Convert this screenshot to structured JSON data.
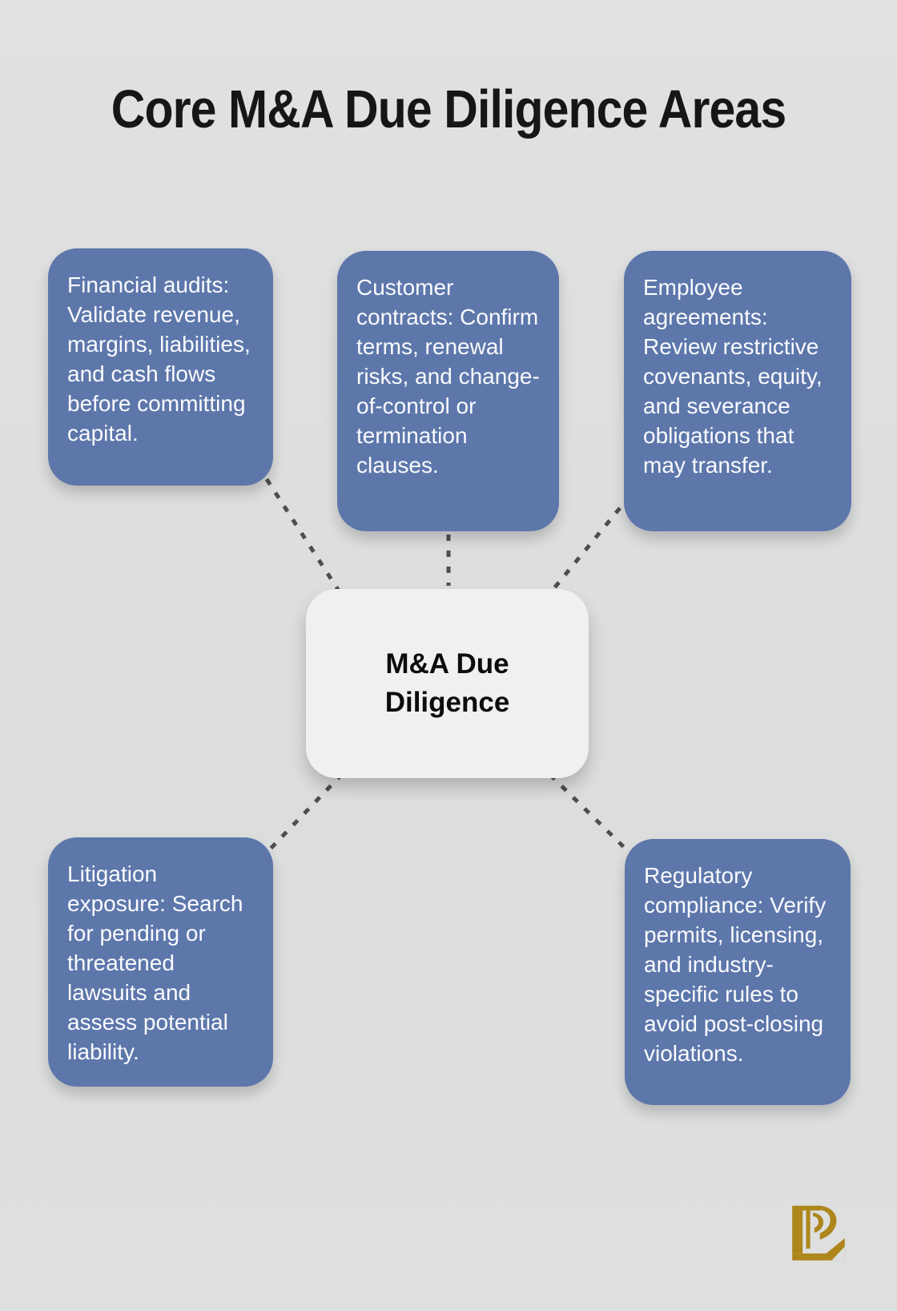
{
  "page": {
    "title": "Core M&A Due Diligence Areas",
    "background_color": "#dcdddd",
    "title_color": "#161616"
  },
  "diagram": {
    "center": {
      "label": "M&A Due Diligence",
      "fill_color": "#f0f0f2",
      "text_color": "#0c0c0c"
    },
    "node_fill_color": "#5d77ab",
    "node_text_color": "#fafbfd",
    "connector_color": "#4e4e4e",
    "connector_style": "dashed",
    "nodes": [
      {
        "id": "financial-audits",
        "text": "Financial audits: Validate revenue, margins, liabilities, and cash flows before committing capital."
      },
      {
        "id": "customer-contracts",
        "text": "Customer contracts: Confirm terms, renewal risks, and change-of-control or termination clauses."
      },
      {
        "id": "employee-agreements",
        "text": "Employee agreements: Review restrictive covenants, equity, and severance obligations that may transfer."
      },
      {
        "id": "litigation-exposure",
        "text": "Litigation exposure: Search for pending or threatened lawsuits and assess potential liability."
      },
      {
        "id": "regulatory-compliance",
        "text": "Regulatory compliance: Verify permits, licensing, and industry-specific rules to avoid post-closing violations."
      }
    ]
  },
  "branding": {
    "logo_name": "lp-monogram",
    "logo_color": "#ad861c"
  }
}
